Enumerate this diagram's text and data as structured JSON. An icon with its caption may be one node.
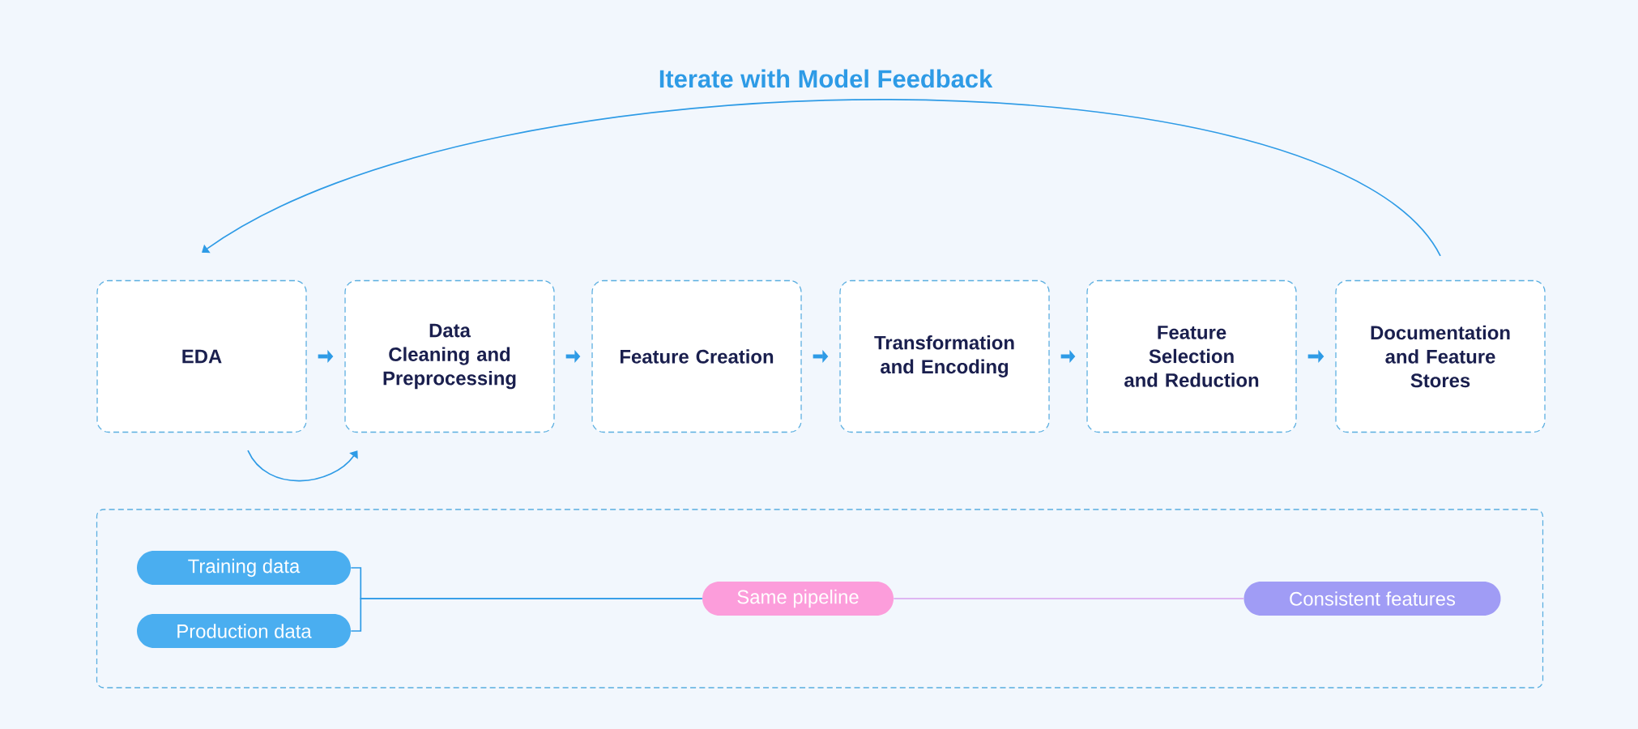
{
  "diagram": {
    "nodes": [
      {
        "text": [
          "EDA"
        ]
      },
      {
        "text": [
          "Data Cleaning and Preprocessing"
        ]
      },
      {
        "text": [
          "Feature Creation"
        ]
      },
      {
        "text": [
          "Transformation and Encoding"
        ]
      },
      {
        "text": [
          "Feature Selection and Reduction"
        ]
      },
      {
        "text": [
          "Documentation and Feature Stores"
        ]
      },
      {
        "text": [],
        "shape": "box"
      },
      {
        "text": [
          "Training data"
        ],
        "in": 6
      },
      {
        "text": [
          "Production data"
        ],
        "in": 6
      },
      {
        "text": [
          "Same pipeline"
        ],
        "in": 6
      },
      {
        "text": [
          "Consistent features"
        ],
        "in": 6
      }
    ],
    "edges": [
      {
        "from": 0,
        "to": 1,
        "arrow": "to",
        "style": "thick"
      },
      {
        "from": 1,
        "to": 2,
        "arrow": "to",
        "style": "thick"
      },
      {
        "from": 2,
        "to": 3,
        "arrow": "to",
        "style": "thick"
      },
      {
        "from": 3,
        "to": 4,
        "arrow": "to",
        "style": "thick"
      },
      {
        "from": 4,
        "to": 5,
        "arrow": "to",
        "style": "thick"
      },
      {
        "from": 5,
        "to": 0,
        "arrow": "to",
        "label": "Iterate with Model Feedback"
      },
      {
        "from": 0,
        "to": 1,
        "arrow": "to"
      },
      {
        "from": 7,
        "to": 9,
        "arrow": "none"
      },
      {
        "from": 8,
        "to": 9,
        "arrow": "none"
      },
      {
        "from": 9,
        "to": 10,
        "arrow": "none",
        "color": "#d7a0ee"
      }
    ]
  }
}
